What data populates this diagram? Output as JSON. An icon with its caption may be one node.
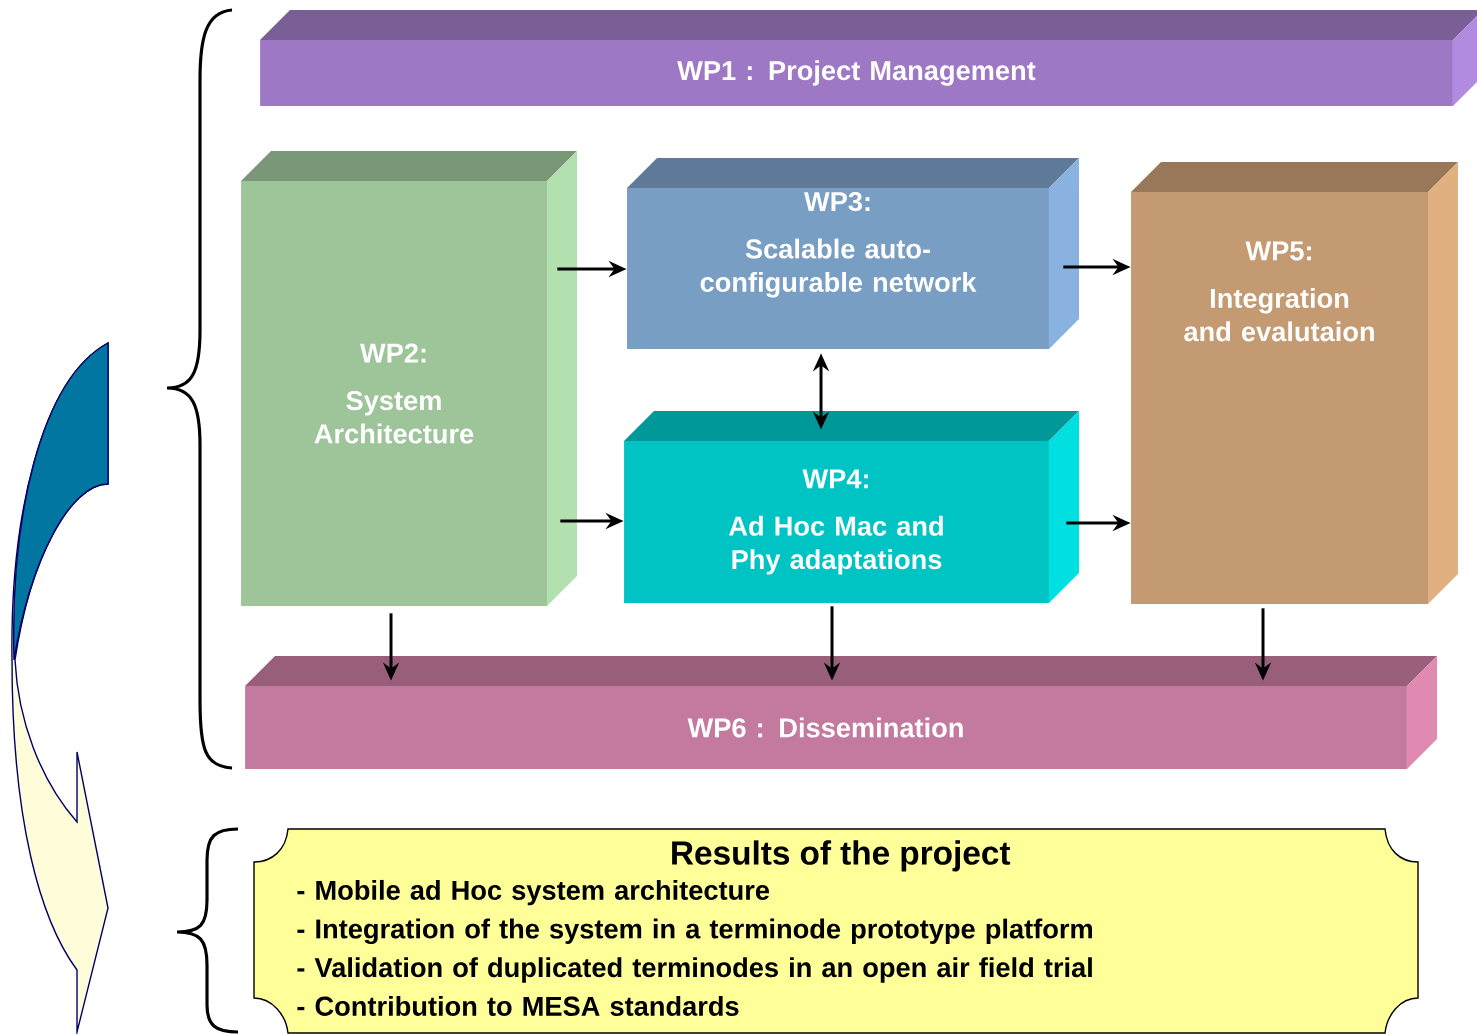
{
  "diagram": {
    "nodes": [
      {
        "text": [
          "WP1 : Project Management"
        ]
      },
      {
        "text": [
          "WP2:",
          "System Architecture"
        ]
      },
      {
        "text": [
          "WP3:",
          "Scalable auto-configurable network"
        ]
      },
      {
        "text": [
          "WP4:",
          "Ad Hoc Mac and Phy adaptations"
        ]
      },
      {
        "text": [
          "WP5:",
          "Integration and evalutaion"
        ]
      },
      {
        "text": [
          "WP6 : Dissemination"
        ]
      },
      {
        "text": [
          "Results of the project",
          "- Mobile ad Hoc system architecture",
          "- Integration of the system in a terminode prototype platform",
          "- Validation of duplicated terminodes in an open air field trial",
          "- Contribution to MESA standards"
        ]
      }
    ],
    "edges": [
      {
        "from": 1,
        "to": 2,
        "arrow": "to"
      },
      {
        "from": 1,
        "to": 3,
        "arrow": "to"
      },
      {
        "from": 2,
        "to": 4,
        "arrow": "to"
      },
      {
        "from": 3,
        "to": 4,
        "arrow": "to"
      },
      {
        "from": 2,
        "to": 3,
        "arrow": "both"
      },
      {
        "from": 1,
        "to": 5,
        "arrow": "to"
      },
      {
        "from": 3,
        "to": 5,
        "arrow": "to"
      },
      {
        "from": 4,
        "to": 5,
        "arrow": "to"
      }
    ]
  }
}
